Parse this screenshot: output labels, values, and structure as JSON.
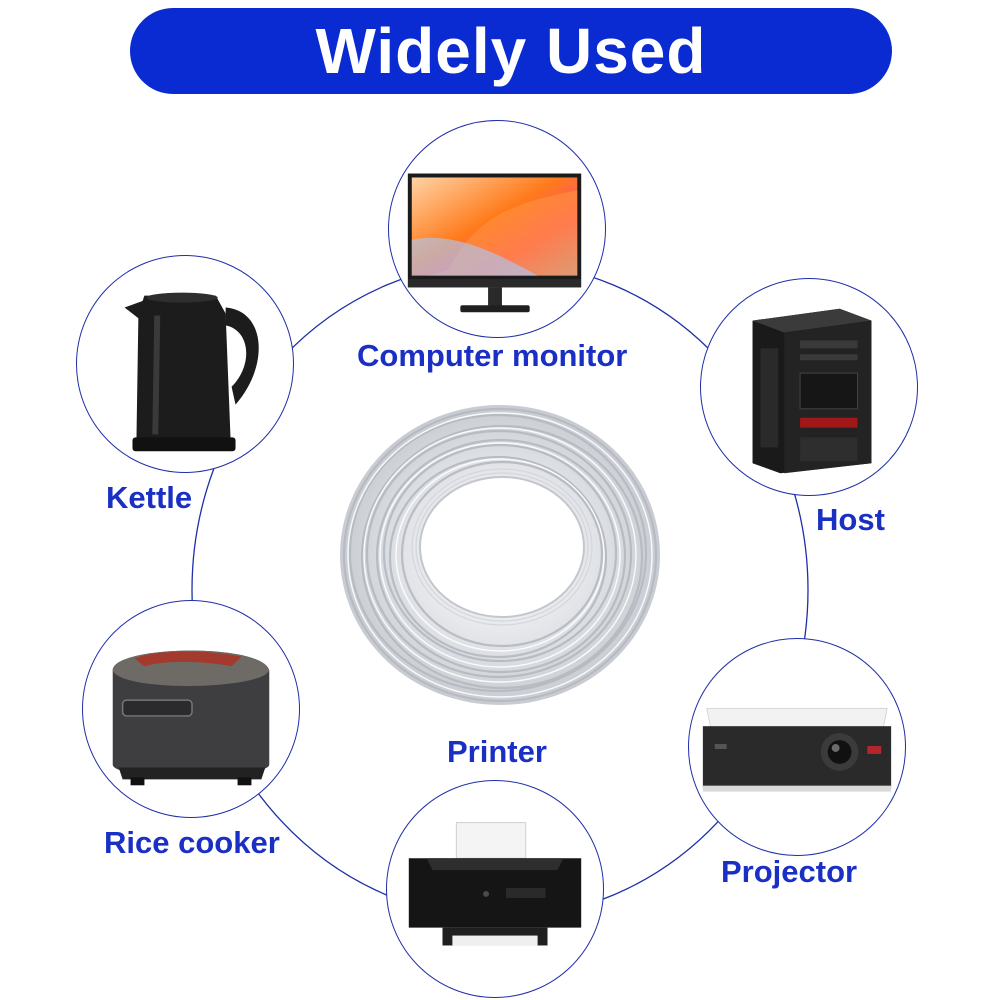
{
  "banner": {
    "title": "Widely Used"
  },
  "devices": [
    {
      "id": "computer-monitor",
      "label": "Computer monitor"
    },
    {
      "id": "kettle",
      "label": "Kettle"
    },
    {
      "id": "host",
      "label": "Host"
    },
    {
      "id": "rice-cooker",
      "label": "Rice cooker"
    },
    {
      "id": "printer",
      "label": "Printer"
    },
    {
      "id": "projector",
      "label": "Projector"
    }
  ],
  "center_item": {
    "icon": "cable-coil-icon"
  },
  "colors": {
    "banner": "#0a2bd1",
    "label": "#1a2fc4",
    "ring": "#1f2fa8",
    "cable": "#bfc3c9"
  }
}
